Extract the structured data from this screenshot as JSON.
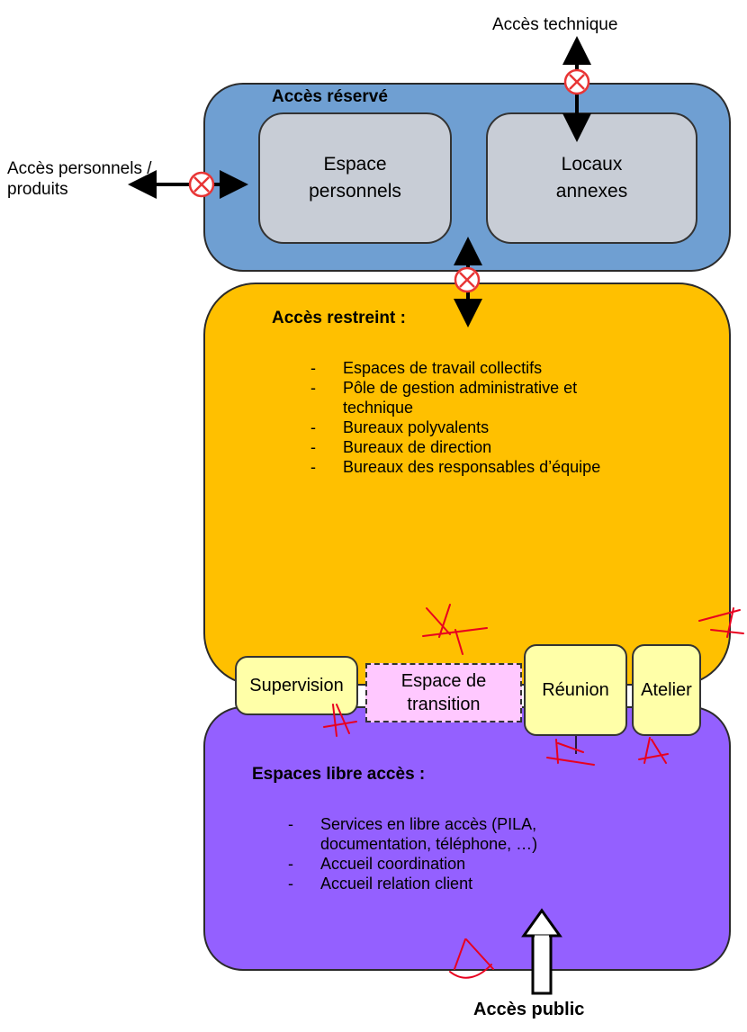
{
  "zones": {
    "reserve": {
      "title": "Accès réservé"
    },
    "restreint": {
      "title": "Accès restreint :",
      "items": [
        "Espaces de travail collectifs",
        "Pôle de gestion administrative et technique",
        "Bureaux polyvalents",
        "Bureaux de direction",
        "Bureaux des responsables d’équipe"
      ]
    },
    "libre": {
      "title": "Espaces libre accès :",
      "items": [
        "Services en libre accès (PILA, documentation, téléphone, …)",
        "Accueil coordination",
        "Accueil relation client"
      ]
    }
  },
  "rooms": {
    "espace_personnels": {
      "line1": "Espace",
      "line2": "personnels"
    },
    "locaux_annexes": {
      "line1": "Locaux",
      "line2": "annexes"
    },
    "supervision": "Supervision",
    "transition": {
      "line1": "Espace de",
      "line2": "transition"
    },
    "reunion": "Réunion",
    "atelier": "Atelier"
  },
  "access": {
    "technique": "Accès technique",
    "personnels_line1": "Accès personnels /",
    "personnels_line2": "produits",
    "public": "Accès public"
  },
  "colors": {
    "reserve": "#6f9fd2",
    "restreint": "#ffc000",
    "libre": "#9460ff",
    "room": "#c8cdd6",
    "small_room": "#ffffa8",
    "transition": "#ffc8ff",
    "control_point": "#ff3b3b",
    "annotation": "#e8001f"
  }
}
